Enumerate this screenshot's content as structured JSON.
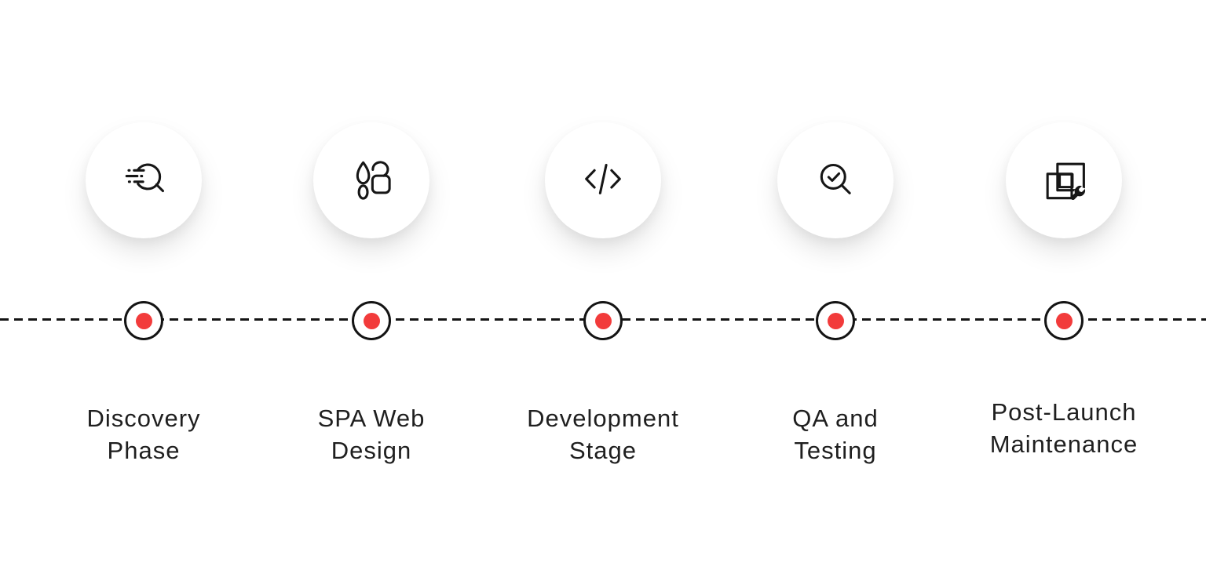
{
  "diagram": {
    "type": "horizontal-process-timeline",
    "stage_count": 5
  },
  "colors": {
    "accent_red": "#f23b3b",
    "line": "#141414",
    "text": "#1f1f1f",
    "bubble": "#ffffff"
  },
  "stages": [
    {
      "name": "discovery-phase",
      "icon": "search-lines-icon",
      "label": "Discovery Phase",
      "label_lines": [
        "Discovery",
        "Phase"
      ]
    },
    {
      "name": "spa-web-design",
      "icon": "brush-shape-icon",
      "label": "SPA Web Design",
      "label_lines": [
        "SPA Web",
        "Design"
      ]
    },
    {
      "name": "development-stage",
      "icon": "code-icon",
      "label": "Development Stage",
      "label_lines": [
        "Development",
        "Stage"
      ]
    },
    {
      "name": "qa-and-testing",
      "icon": "search-check-icon",
      "label": "QA and Testing",
      "label_lines": [
        "QA and",
        "Testing"
      ]
    },
    {
      "name": "post-launch-maintenance",
      "icon": "squares-wrench-icon",
      "label": "Post-Launch Maintenance",
      "label_lines": [
        "Post-Launch",
        "Maintenance"
      ]
    }
  ]
}
